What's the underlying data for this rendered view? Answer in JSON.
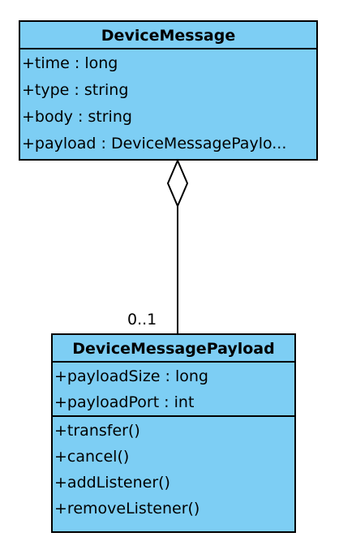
{
  "diagram": {
    "classes": [
      {
        "name": "DeviceMessage",
        "attributes": [
          "+time : long",
          "+type : string",
          "+body : string",
          "+payload : DeviceMessagePaylo..."
        ],
        "operations": []
      },
      {
        "name": "DeviceMessagePayload",
        "attributes": [
          "+payloadSize : long",
          "+payloadPort : int"
        ],
        "operations": [
          "+transfer()",
          "+cancel()",
          "+addListener()",
          "+removeListener()"
        ]
      }
    ],
    "association": {
      "type": "aggregation",
      "from": "DeviceMessage",
      "to": "DeviceMessagePayload",
      "multiplicity": "0..1"
    }
  },
  "colors": {
    "class_fill": "#7dcef4",
    "stroke": "#000000"
  }
}
